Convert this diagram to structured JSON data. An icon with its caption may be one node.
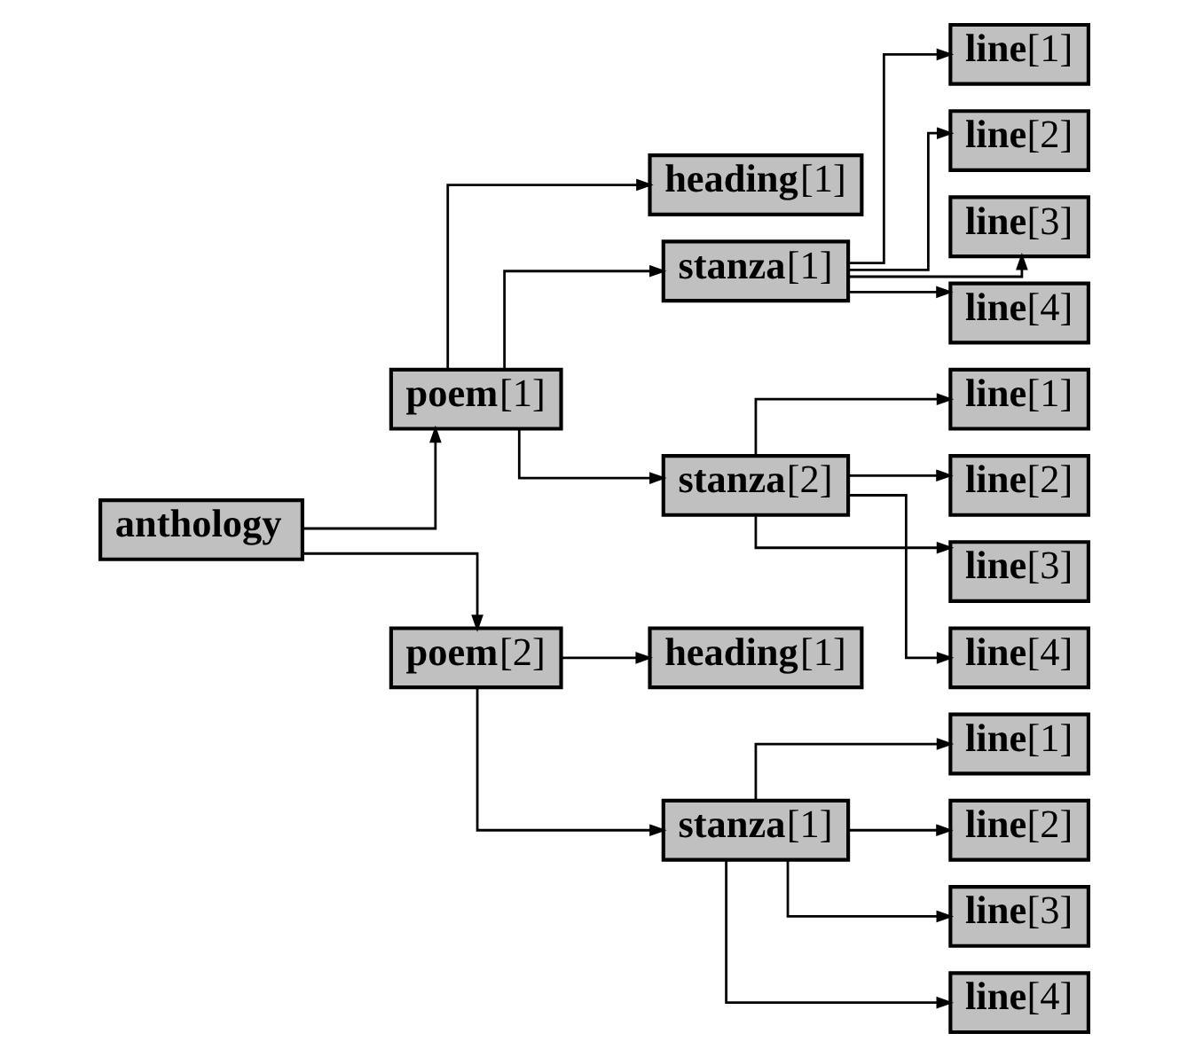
{
  "diagram": {
    "nodes": [
      {
        "text": [
          "**anthology**"
        ]
      },
      {
        "text": [
          "**poem**[1]"
        ]
      },
      {
        "text": [
          "**heading**[1]"
        ]
      },
      {
        "text": [
          "**stanza**[1]"
        ]
      },
      {
        "text": [
          "**line**[1]"
        ]
      },
      {
        "text": [
          "**line**[2]"
        ]
      },
      {
        "text": [
          "**line**[3]"
        ]
      },
      {
        "text": [
          "**line**[4]"
        ]
      },
      {
        "text": [
          "**stanza**[2]"
        ]
      },
      {
        "text": [
          "**line**[1]"
        ]
      },
      {
        "text": [
          "**line**[2]"
        ]
      },
      {
        "text": [
          "**line**[3]"
        ]
      },
      {
        "text": [
          "**line**[4]"
        ]
      },
      {
        "text": [
          "**poem**[2]"
        ]
      },
      {
        "text": [
          "**heading**[1]"
        ]
      },
      {
        "text": [
          "**stanza**[1]"
        ]
      },
      {
        "text": [
          "**line**[1]"
        ]
      },
      {
        "text": [
          "**line**[2]"
        ]
      },
      {
        "text": [
          "**line**[3]"
        ]
      },
      {
        "text": [
          "**line**[4]"
        ]
      }
    ],
    "edges": [
      {
        "from": 0,
        "to": 1,
        "arrow": "to"
      },
      {
        "from": 1,
        "to": 2,
        "arrow": "to"
      },
      {
        "from": 1,
        "to": 3,
        "arrow": "to"
      },
      {
        "from": 3,
        "to": 4,
        "arrow": "to"
      },
      {
        "from": 3,
        "to": 5,
        "arrow": "to"
      },
      {
        "from": 3,
        "to": 6,
        "arrow": "to"
      },
      {
        "from": 3,
        "to": 7,
        "arrow": "to"
      },
      {
        "from": 1,
        "to": 8,
        "arrow": "to"
      },
      {
        "from": 8,
        "to": 9,
        "arrow": "to"
      },
      {
        "from": 8,
        "to": 10,
        "arrow": "to"
      },
      {
        "from": 8,
        "to": 11,
        "arrow": "to"
      },
      {
        "from": 8,
        "to": 12,
        "arrow": "to"
      },
      {
        "from": 0,
        "to": 13,
        "arrow": "to"
      },
      {
        "from": 13,
        "to": 14,
        "arrow": "to"
      },
      {
        "from": 13,
        "to": 15,
        "arrow": "to"
      },
      {
        "from": 15,
        "to": 16,
        "arrow": "to"
      },
      {
        "from": 15,
        "to": 17,
        "arrow": "to"
      },
      {
        "from": 15,
        "to": 18,
        "arrow": "to"
      },
      {
        "from": 15,
        "to": 19,
        "arrow": "to"
      }
    ]
  }
}
